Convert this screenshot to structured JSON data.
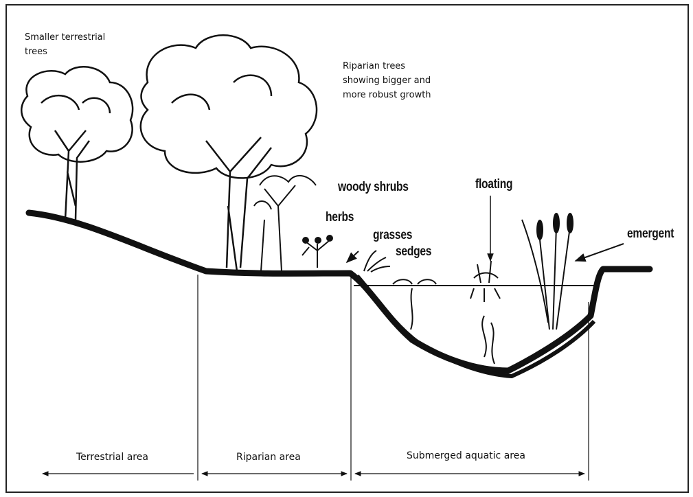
{
  "labels": {
    "smaller_trees": [
      "Smaller terrestrial",
      "trees"
    ],
    "riparian_trees": [
      "Riparian trees",
      "showing bigger and",
      "more robust growth"
    ],
    "woody_shrubs": "woody shrubs",
    "floating": "floating",
    "herbs": "herbs",
    "grasses": "grasses",
    "sedges": "sedges",
    "emergent": "emergent"
  },
  "zones": {
    "terrestrial": "Terrestrial area",
    "riparian": "Riparian area",
    "submerged": "Submerged aquatic area"
  }
}
